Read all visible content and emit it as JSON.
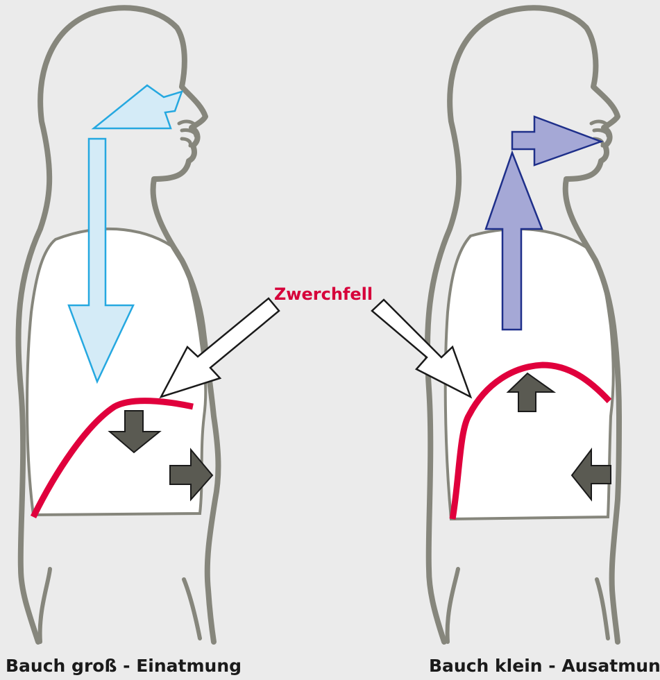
{
  "diagram": {
    "center_label": "Zwerchfell",
    "left_caption": "Bauch groß - Einatmung",
    "right_caption": "Bauch klein - Ausatmung"
  },
  "colors": {
    "background": "#ebebeb",
    "body_outline": "#86867c",
    "lung_fill": "#ffffff",
    "diaphragm": "#e0003c",
    "inhale_arrow_fill": "#d4ebf7",
    "inhale_arrow_stroke": "#25a8e0",
    "exhale_arrow_fill": "#a5a8d6",
    "exhale_arrow_stroke": "#1e2f8a",
    "movement_arrow": "#5a5a52",
    "pointer_arrow_fill": "#ffffff",
    "pointer_arrow_stroke": "#1a1a1a",
    "label_red": "#d6003a",
    "caption_text": "#1a1a1a"
  },
  "icons": {
    "inhale": "inhale-arrow-icon",
    "exhale": "exhale-arrow-icon",
    "abdomen_out": "arrow-right-icon",
    "abdomen_in": "arrow-left-icon",
    "diaphragm_down": "arrow-down-icon",
    "diaphragm_up": "arrow-up-icon"
  }
}
